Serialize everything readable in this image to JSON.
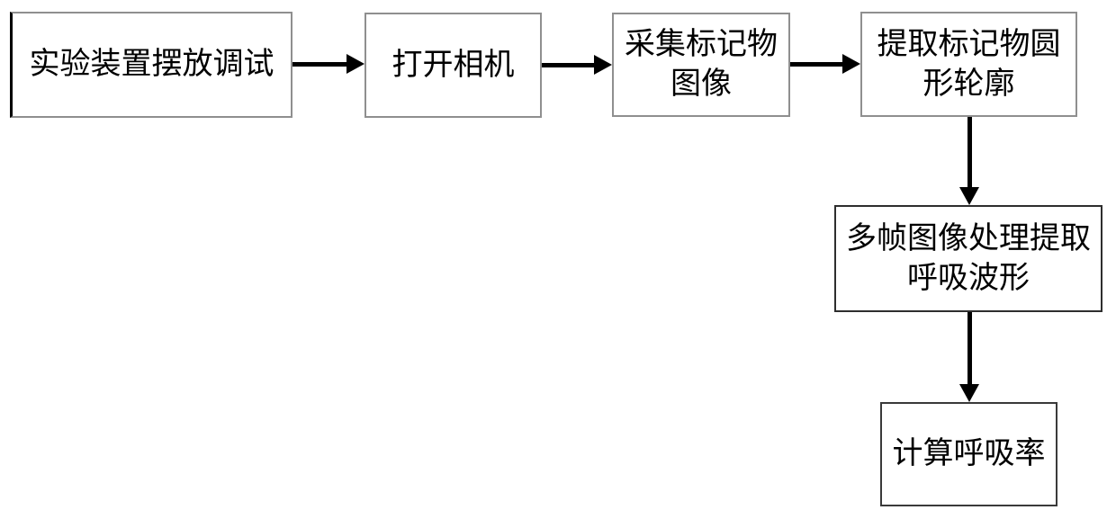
{
  "diagram": {
    "type": "flowchart",
    "nodes": [
      {
        "id": "setup-apparatus",
        "label": "实验装置摆放调试"
      },
      {
        "id": "open-camera",
        "label": "打开相机"
      },
      {
        "id": "capture-marker-image",
        "label": "采集标记物\n图像"
      },
      {
        "id": "extract-marker-contour",
        "label": "提取标记物圆\n形轮廓"
      },
      {
        "id": "multiframe-extract-waveform",
        "label": "多帧图像处理提取\n呼吸波形"
      },
      {
        "id": "compute-respiration-rate",
        "label": "计算呼吸率"
      }
    ],
    "edges": [
      {
        "from": "setup-apparatus",
        "to": "open-camera",
        "direction": "right"
      },
      {
        "from": "open-camera",
        "to": "capture-marker-image",
        "direction": "right"
      },
      {
        "from": "capture-marker-image",
        "to": "extract-marker-contour",
        "direction": "right"
      },
      {
        "from": "extract-marker-contour",
        "to": "multiframe-extract-waveform",
        "direction": "down"
      },
      {
        "from": "multiframe-extract-waveform",
        "to": "compute-respiration-rate",
        "direction": "down"
      }
    ],
    "colors": {
      "background": "#ffffff",
      "text": "#000000",
      "arrow": "#000000",
      "box_border_light": "#8f8f8f",
      "box_border_dark": "#2e2e2e"
    }
  }
}
